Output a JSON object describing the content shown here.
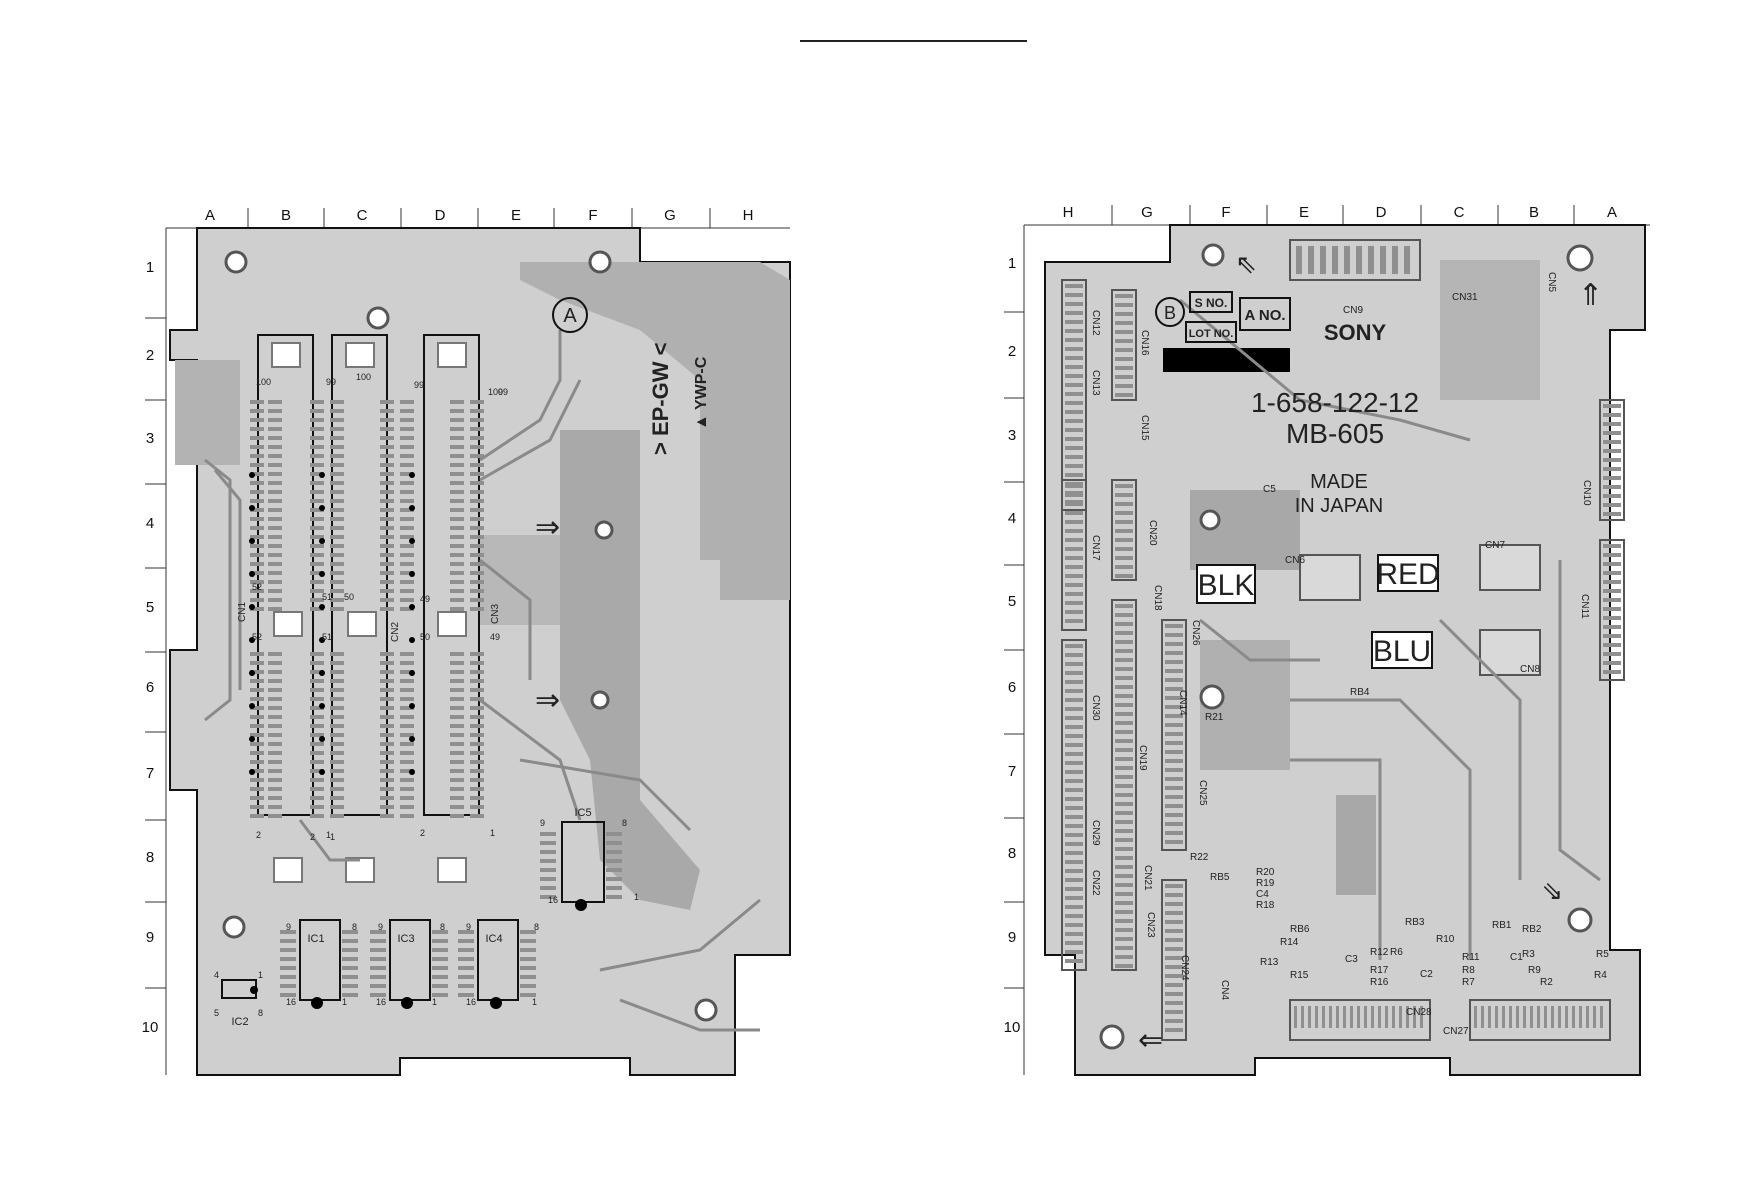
{
  "left_board": {
    "columns": [
      "A",
      "B",
      "C",
      "D",
      "E",
      "F",
      "G",
      "H"
    ],
    "rows": [
      "1",
      "2",
      "3",
      "4",
      "5",
      "6",
      "7",
      "8",
      "9",
      "10"
    ],
    "side_marker": "A",
    "model_text": "> EP-GW <",
    "model_text2": "▲ YWP-C",
    "ic_labels": [
      "IC1",
      "IC3",
      "IC4",
      "IC5",
      "IC2"
    ],
    "cn_labels": [
      "CN1",
      "CN2",
      "CN3"
    ],
    "pin_labels": [
      "100",
      "99",
      "100",
      "99",
      "100",
      "99",
      "52",
      "51",
      "50",
      "49",
      "52",
      "51",
      "50",
      "49",
      "2",
      "1",
      "2",
      "1",
      "2",
      "1",
      "9",
      "8",
      "16",
      "1",
      "9",
      "8",
      "9",
      "8",
      "9",
      "8",
      "16",
      "1",
      "16",
      "1",
      "16",
      "1",
      "4",
      "1",
      "5",
      "8"
    ]
  },
  "right_board": {
    "columns": [
      "H",
      "G",
      "F",
      "E",
      "D",
      "C",
      "B",
      "A"
    ],
    "rows": [
      "1",
      "2",
      "3",
      "4",
      "5",
      "6",
      "7",
      "8",
      "9",
      "10"
    ],
    "side_marker": "B",
    "sno_label": "S NO.",
    "ano_label": "A NO.",
    "lotno_label": "LOT NO.",
    "brand": "SONY",
    "part_number": "1-658-122-12",
    "board_name": "MB-605",
    "made_in_1": "MADE",
    "made_in_2": "IN JAPAN",
    "color_labels": [
      "BLK",
      "RED",
      "BLU"
    ],
    "cn_labels": [
      "CN12",
      "CN16",
      "CN13",
      "CN15",
      "CN20",
      "CN17",
      "CN18",
      "CN26",
      "CN30",
      "CN14",
      "CN19",
      "CN25",
      "CN29",
      "CN21",
      "CN22",
      "CN23",
      "CN24",
      "CN4",
      "CN28",
      "CN27",
      "CN6",
      "CN7",
      "CN8",
      "CN9",
      "CN5",
      "CN31",
      "CN10",
      "CN11"
    ],
    "part_labels": [
      "R20",
      "R19",
      "C4",
      "R18",
      "RB5",
      "RB6",
      "R14",
      "R13",
      "R15",
      "C3",
      "R12",
      "R6",
      "R17",
      "R16",
      "C2",
      "RB3",
      "R10",
      "RB1",
      "R11",
      "R8",
      "R7",
      "RB2",
      "C1",
      "R3",
      "R9",
      "R2",
      "R5",
      "R4",
      "RB4",
      "R21",
      "R22",
      "C5"
    ]
  }
}
